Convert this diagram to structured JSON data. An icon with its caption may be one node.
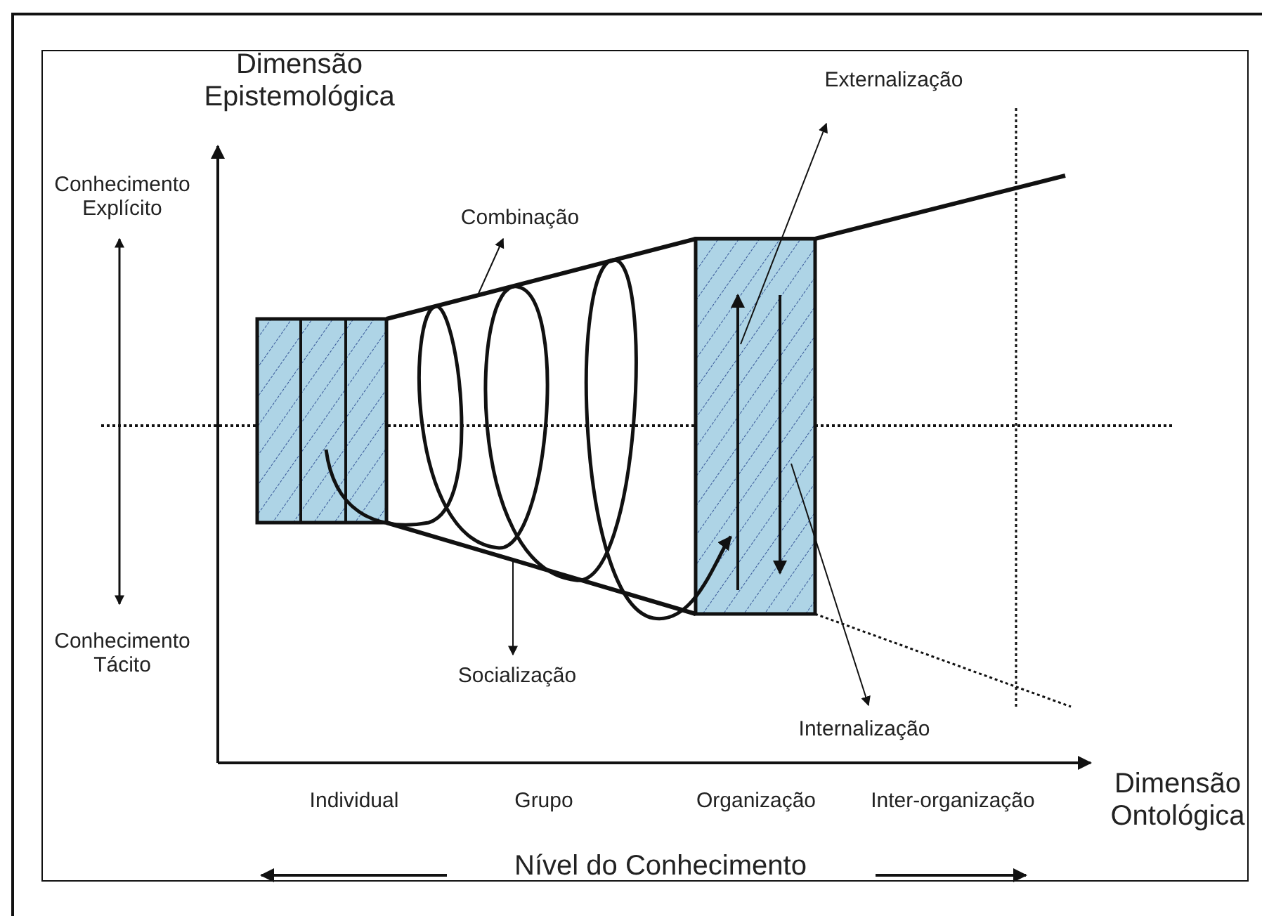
{
  "diagram": {
    "nodes": [
      {
        "text": [
          "Combinação"
        ]
      },
      {
        "text": [
          "Externalização"
        ]
      },
      {
        "text": [
          "Socialização"
        ]
      },
      {
        "text": [
          "Internalização"
        ]
      },
      {
        "text": [],
        "shape": "box"
      },
      {
        "text": [],
        "shape": "box"
      }
    ],
    "edges": [
      {
        "from": null,
        "to": 0,
        "arrow": "to"
      },
      {
        "from": 5,
        "to": 1,
        "arrow": "to"
      },
      {
        "from": null,
        "to": 2,
        "arrow": "to"
      },
      {
        "from": 5,
        "to": 3,
        "arrow": "to"
      },
      {
        "from": 4,
        "to": 5,
        "arrow": "to",
        "style": "thick"
      }
    ],
    "labels": [
      "Dimensão Epistemológica",
      "Conhecimento Explícito",
      "Conhecimento Tácito",
      "Dimensão Ontológica",
      "Individual",
      "Grupo",
      "Organização",
      "Inter-organização",
      "Nível do Conhecimento"
    ]
  }
}
